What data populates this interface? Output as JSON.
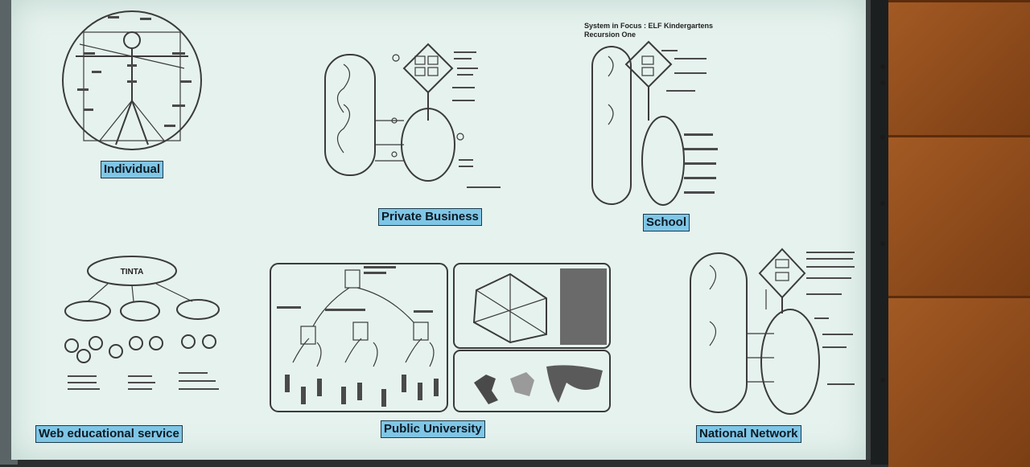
{
  "diagrams": [
    {
      "label": "Individual"
    },
    {
      "label": "Private Business"
    },
    {
      "label": "School",
      "title_line1": "System in Focus : ELF Kindergartens",
      "title_line2": "Recursion One"
    },
    {
      "label": "Web educational service",
      "root_node": "TINTA"
    },
    {
      "label": "Public University"
    },
    {
      "label": "National Network"
    }
  ]
}
